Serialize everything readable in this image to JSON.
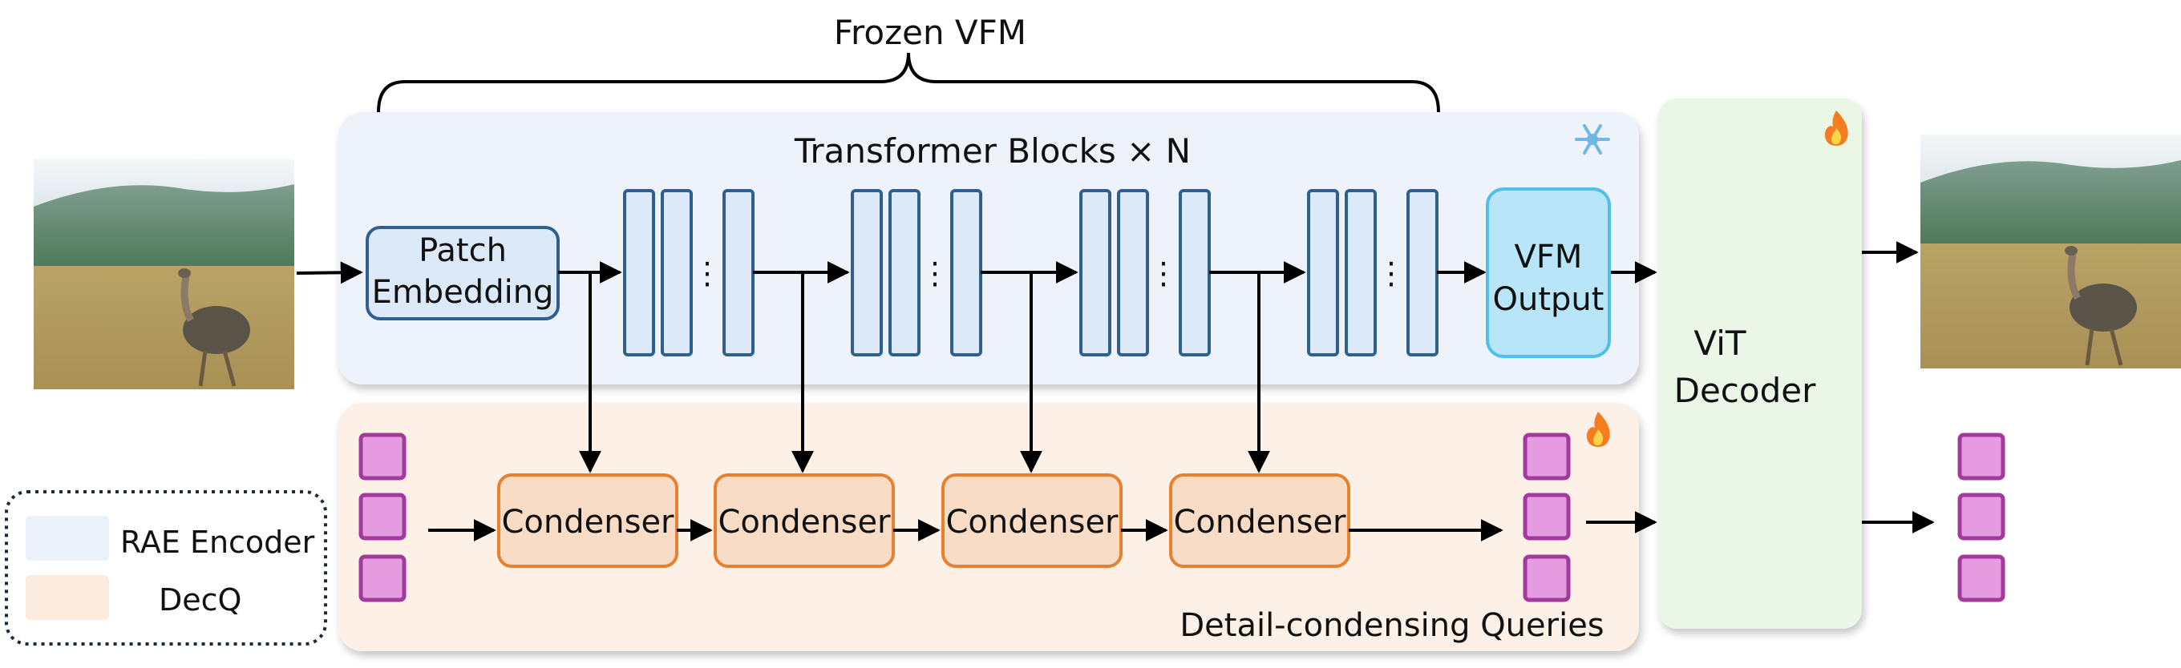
{
  "frozen_label": "Frozen VFM",
  "encoder": {
    "title": "Transformer Blocks × N",
    "patch_line1": "Patch",
    "patch_line2": "Embedding",
    "vfm_line1": "VFM",
    "vfm_line2": "Output",
    "frozen_icon": "snowflake-icon",
    "ellipsis": "⋮"
  },
  "decq": {
    "condenser_label": "Condenser",
    "queries_label": "Detail-condensing Queries",
    "trainable_icon": "fire-icon"
  },
  "decoder": {
    "line1": "ViT",
    "line2": "Decoder",
    "trainable_icon": "fire-icon"
  },
  "legend": {
    "items": [
      {
        "label": "RAE Encoder",
        "color": "#eaf1fa"
      },
      {
        "label": "DecQ",
        "color": "#fcece0"
      }
    ]
  },
  "colors": {
    "encoder_bg": "#eef3fb",
    "decq_bg": "#fdf1e7",
    "decoder_bg": "#eaf6e6",
    "block_fill": "#dce9f8",
    "block_stroke": "#2f5f8f",
    "vfm_fill": "#b8e6f8",
    "vfm_stroke": "#4fc0ea",
    "condenser_fill": "#f9dcc6",
    "condenser_stroke": "#e7812f",
    "query_fill": "#e49be0",
    "query_stroke": "#a23a9c"
  },
  "images": {
    "input": "ostrich-savanna-photo",
    "output": "reconstructed-ostrich-photo"
  }
}
